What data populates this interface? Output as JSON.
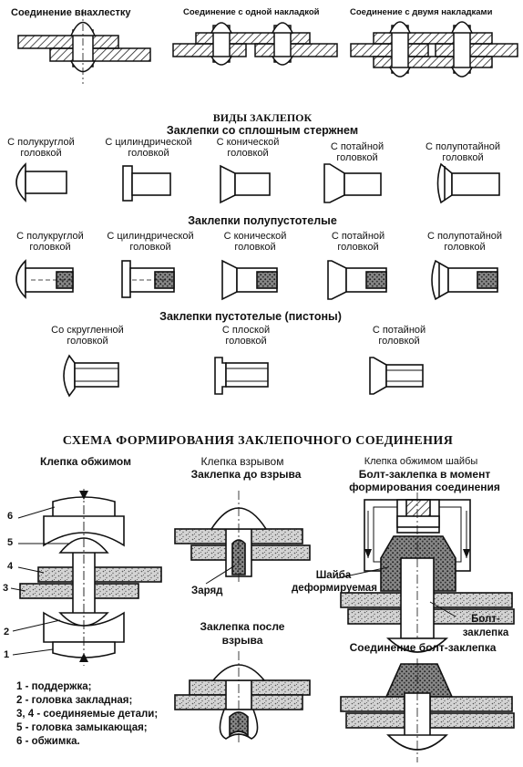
{
  "joints": {
    "lap": "Соединение внахлестку",
    "single_strap": "Соединение с одной накладкой",
    "double_strap": "Соединение с двумя накладками"
  },
  "types": {
    "title": "ВИДЫ ЗАКЛЕПОК",
    "solid": {
      "title": "Заклепки со сплошным стержнем",
      "items": [
        "С полукруглой головкой",
        "С цилиндрической головкой",
        "С конической головкой",
        "С потайной головкой",
        "С полупотайной головкой"
      ]
    },
    "semi": {
      "title": "Заклепки полупустотелые",
      "items": [
        "С полукруглой головкой",
        "С цилиндрической головкой",
        "С конической головкой",
        "С потайной головкой",
        "С полупотайной головкой"
      ]
    },
    "hollow": {
      "title": "Заклепки пустотелые (пистоны)",
      "items": [
        "Со скругленной головкой",
        "С плоской головкой",
        "С потайной головкой"
      ]
    }
  },
  "scheme": {
    "title": "СХЕМА ФОРМИРОВАНИЯ ЗАКЛЕПОЧНОГО СОЕДИНЕНИЯ",
    "crimp": {
      "title": "Клепка обжимом",
      "numbers": [
        "6",
        "5",
        "4",
        "3",
        "2",
        "1"
      ]
    },
    "explosion": {
      "title1": "Клепка взрывом",
      "title2": "Заклепка до взрыва",
      "charge": "Заряд",
      "after": "Заклепка после взрыва"
    },
    "washer": {
      "title1": "Клепка обжимом шайбы",
      "title2": "Болт-заклепка в момент формирования соединения",
      "washer_label": "Шайба деформируемая",
      "bolt_label": "Болт-заклепка",
      "joint_title": "Соединение болт-заклепка"
    },
    "legend": [
      "1 - поддержка;",
      "2 - головка закладная;",
      "3, 4 - соединяемые детали;",
      "5 - головка замыкающая;",
      "6 - обжимка."
    ]
  },
  "colors": {
    "ink": "#111111",
    "paper": "#ffffff",
    "hatch": "#222222",
    "texture": "#555555"
  }
}
